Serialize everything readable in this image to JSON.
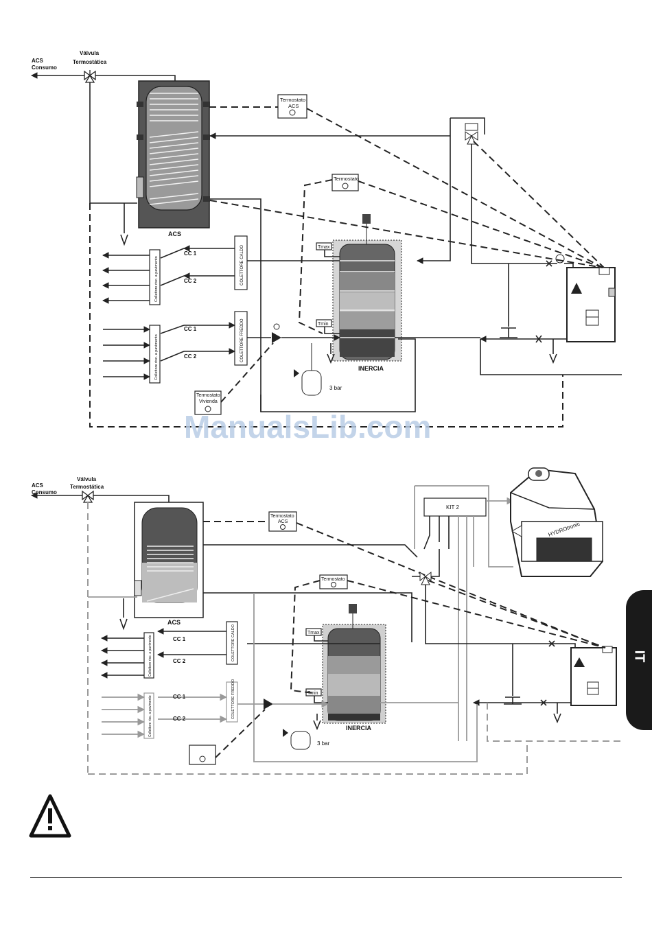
{
  "watermark": "ManualsLib.com",
  "side_tab": {
    "label": "IT"
  },
  "diagram1": {
    "acs_consumo_line1": "ACS",
    "acs_consumo_line2": "Consumo",
    "valve_label_line1": "Válvula",
    "valve_label_line2": "Termostática",
    "thermostat_acs_line1": "Termostato",
    "thermostat_acs_line2": "ACS",
    "thermostat_top": "Termostato",
    "thermostat_vivienda_line1": "Termostato",
    "thermostat_vivienda_line2": "Vivienda",
    "tank_acs": "ACS",
    "tank_inercia": "INERCIA",
    "tmax": "Tmax",
    "tmin": "Tmin",
    "cc1_upper": "CC 1",
    "cc2_upper": "CC 2",
    "cc1_lower": "CC 1",
    "cc2_lower": "CC 2",
    "collector_hot": "COLETTORE CALDO",
    "collector_cold": "COLETTORE FREDDO",
    "floor_collector_upper": "Collettore risc. a pavimento",
    "floor_collector_lower": "Collettore risc. a pavimento",
    "pressure": "3 bar"
  },
  "diagram2": {
    "acs_consumo_line1": "ACS",
    "acs_consumo_line2": "Consumo",
    "valve_label_line1": "Válvula",
    "valve_label_line2": "Termostática",
    "thermostat_acs_line1": "Termostato",
    "thermostat_acs_line2": "ACS",
    "thermostat_top": "Termostato",
    "tank_acs": "ACS",
    "tank_inercia": "INERCIA",
    "tmax": "Tmax",
    "tmin": "Tmin",
    "cc1_upper": "CC 1",
    "cc2_upper": "CC 2",
    "cc1_lower": "CC 1",
    "cc2_lower": "CC 2",
    "collector_hot": "COLETTORE CALDO",
    "collector_cold": "COLETTORE FREDDO",
    "floor_collector_upper": "Collettore risc. a pavimento",
    "floor_collector_lower": "Collettore risc. a pavimento",
    "kit": "KIT 2",
    "fireplace_brand": "HYDROtronic",
    "pressure": "3 bar"
  }
}
